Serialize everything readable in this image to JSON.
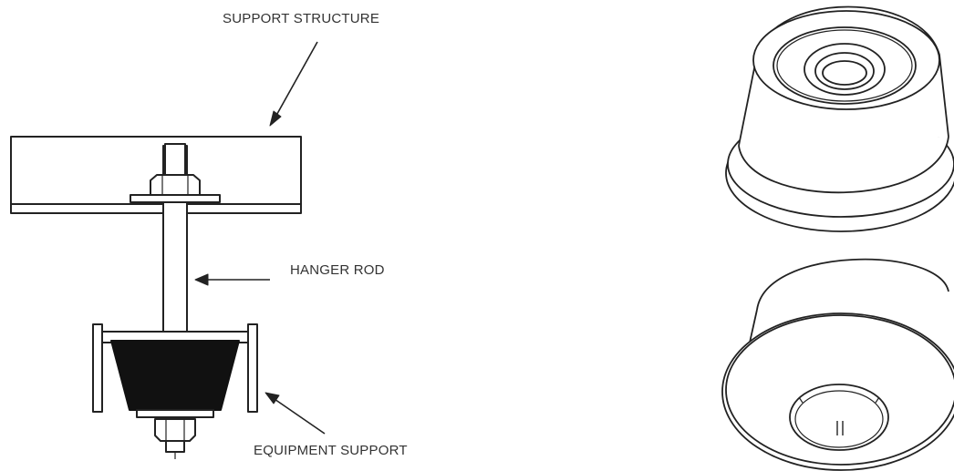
{
  "labels": {
    "support_structure": "SUPPORT STRUCTURE",
    "hanger_rod": "HANGER ROD",
    "equipment_support": "EQUIPMENT SUPPORT"
  },
  "colors": {
    "line": "#222222",
    "fill_dark": "#111111",
    "background": "#ffffff"
  }
}
